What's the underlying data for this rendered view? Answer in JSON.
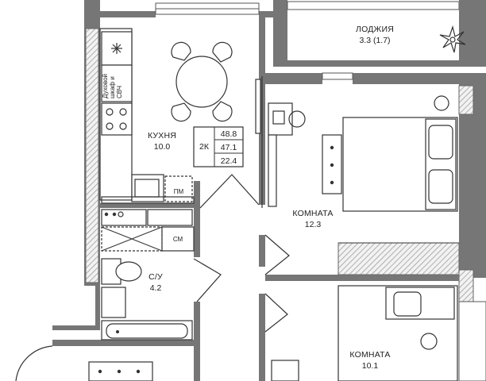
{
  "rooms": {
    "kitchen": {
      "name": "КУХНЯ",
      "area": "10.0"
    },
    "room1": {
      "name": "КОМНАТА",
      "area": "12.3"
    },
    "room2": {
      "name": "КОМНАТА",
      "area": "10.1"
    },
    "bathroom": {
      "name": "С/У",
      "area": "4.2"
    },
    "loggia": {
      "name": "ЛОДЖИЯ",
      "area": "3.3 (1.7)"
    }
  },
  "summary": {
    "type": "2К",
    "total": "48.8",
    "living_total": "47.1",
    "living": "22.4"
  },
  "appliances": {
    "oven_line1": "Духовой",
    "oven_line2": "шкаф и",
    "oven_line3": "СВЧ",
    "washer": "СМ",
    "dishwasher": "ПМ"
  },
  "colors": {
    "wall": "#767676",
    "line": "#333333",
    "background": "#ffffff"
  }
}
